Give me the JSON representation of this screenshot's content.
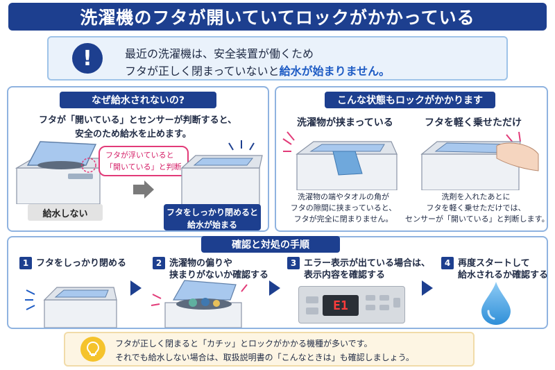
{
  "title": "洗濯機のフタが開いていてロックがかかっている",
  "alert": {
    "icon": "!",
    "line1": "最近の洗濯機は、安全装置が働くため",
    "line2_prefix": "フタが正しく閉まっていないと",
    "line2_highlight": "給水が始まりません。"
  },
  "panel_why": {
    "title": "なぜ給水されないの?",
    "desc_line1": "フタが「開いている」とセンサーが判断すると、",
    "desc_line2": "安全のため給水を止めます。",
    "callout_line1": "フタが浮いていると",
    "callout_line2": "「開いている」と判断",
    "label_no_water": "給水しない",
    "label_ok_line1": "フタをしっかり閉めると",
    "label_ok_line2": "給水が始まる"
  },
  "panel_cases": {
    "title": "こんな状態もロックがかかります",
    "case1": {
      "heading": "洗濯物が挟まっている",
      "line1": "洗濯物の端やタオルの角が",
      "line2": "フタの隙間に挟まっていると、",
      "line3": "フタが完全に閉まりません。"
    },
    "case2": {
      "heading": "フタを軽く乗せただけ",
      "line1": "洗剤を入れたあとに",
      "line2": "フタを軽く乗せただけでは、",
      "line3": "センサーが「開いている」と判断します。"
    }
  },
  "panel_steps": {
    "title": "確認と対処の手順",
    "steps": [
      {
        "num": "1",
        "line1": "フタをしっかり閉める",
        "line2": ""
      },
      {
        "num": "2",
        "line1": "洗濯物の偏りや",
        "line2": "挟まりがないか確認する"
      },
      {
        "num": "3",
        "line1": "エラー表示が出ている場合は、",
        "line2": "表示内容を確認する"
      },
      {
        "num": "4",
        "line1": "再度スタートして",
        "line2": "給水されるか確認する"
      }
    ],
    "error_code": "E1"
  },
  "tip": {
    "line1": "フタが正しく閉まると「カチッ」とロックがかかる機種が多いです。",
    "line2": "それでも給水しない場合は、取扱説明書の「こんなときは」も確認しましょう。"
  },
  "colors": {
    "navy": "#1d3f8f",
    "accent_blue": "#1d5bc4",
    "pink": "#e23a78",
    "tip_yellow": "#f5c32c"
  },
  "icons": [
    "exclamation-icon",
    "arrow-right-icon",
    "water-drop-icon",
    "lightbulb-icon"
  ]
}
